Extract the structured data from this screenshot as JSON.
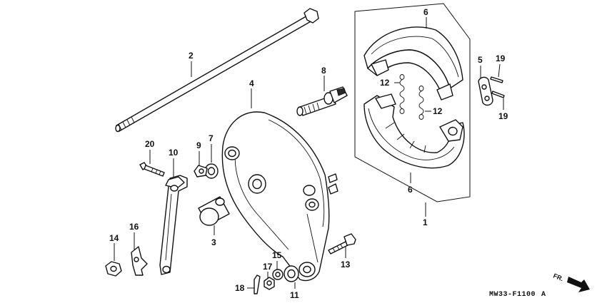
{
  "diagram": {
    "callouts": {
      "c1": "1",
      "c2": "2",
      "c3": "3",
      "c4": "4",
      "c5": "5",
      "c6a": "6",
      "c6b": "6",
      "c7": "7",
      "c8": "8",
      "c9": "9",
      "c10": "10",
      "c11": "11",
      "c12a": "12",
      "c12b": "12",
      "c13": "13",
      "c14": "14",
      "c15": "15",
      "c16": "16",
      "c17": "17",
      "c18": "18",
      "c19a": "19",
      "c19b": "19",
      "c20": "20"
    },
    "front_indicator": "FR.",
    "drawing_code": "MW33-F1100",
    "drawing_suffix": "A"
  }
}
